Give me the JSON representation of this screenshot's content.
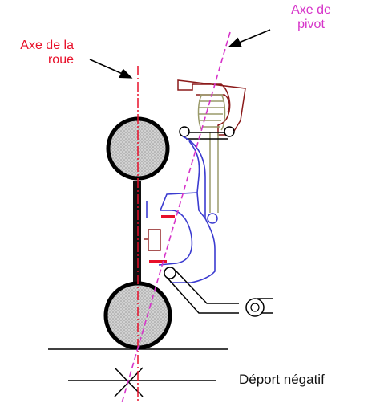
{
  "labels": {
    "wheel_axis": [
      "Axe de la",
      "roue"
    ],
    "pivot_axis": [
      "Axe de",
      "pivot"
    ],
    "negative_offset": "Déport négatif"
  },
  "colors": {
    "wheel_axis": "#e8102a",
    "pivot_axis": "#d633c9",
    "suspension_arm": "#3b3bd0",
    "upper_mount": "#8b1a1a",
    "spring": "#9a9a6a",
    "tire_fill": "#c8c8c8",
    "structure": "#000000"
  }
}
